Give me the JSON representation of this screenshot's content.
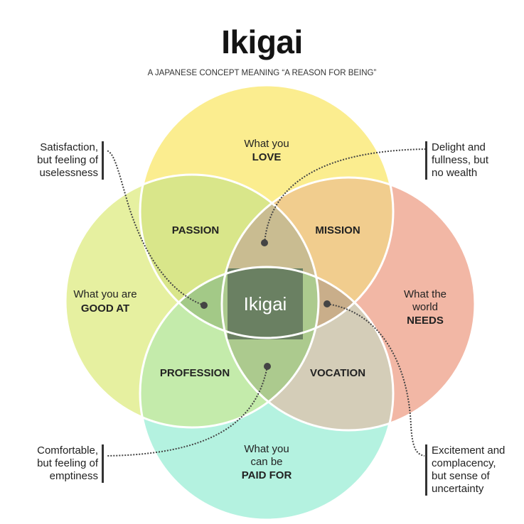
{
  "header": {
    "title": "Ikigai",
    "subtitle": "A JAPANESE CONCEPT MEANING “A REASON FOR BEING”"
  },
  "circles": {
    "love": {
      "line1": "What you",
      "line2": "LOVE",
      "color": "#fbed8f"
    },
    "good_at": {
      "line1": "What you are",
      "line2": "GOOD AT",
      "color": "#e6f0a0"
    },
    "needs": {
      "line1": "What the",
      "line2": "world",
      "line3": "NEEDS",
      "color": "#f2b7a5"
    },
    "paid_for": {
      "line1": "What you",
      "line2": "can be",
      "line3": "PAID FOR",
      "color": "#b4f2e0"
    }
  },
  "overlaps": {
    "passion": {
      "label": "PASSION",
      "color": "#d9e68a"
    },
    "mission": {
      "label": "MISSION",
      "color": "#f1cd8e"
    },
    "profession": {
      "label": "PROFESSION",
      "color": "#c4ebab"
    },
    "vocation": {
      "label": "VOCATION",
      "color": "#d4cdb8"
    },
    "top_center": {
      "color": "#c9bc91"
    },
    "left_center": {
      "color": "#a3c987"
    },
    "right_center": {
      "color": "#c9ae8a"
    },
    "bottom_center": {
      "color": "#acca8e"
    }
  },
  "center": {
    "label": "Ikigai",
    "color": "#6a8062"
  },
  "annotations": {
    "top_left": [
      "Satisfaction,",
      "but feeling of",
      "uselessness"
    ],
    "top_right": [
      "Delight and",
      "fullness, but",
      "no wealth"
    ],
    "bottom_left": [
      "Comfortable,",
      "but feeling of",
      "emptiness"
    ],
    "bottom_right": [
      "Excitement and",
      "complacency,",
      "but sense of",
      "uncertainty"
    ]
  }
}
